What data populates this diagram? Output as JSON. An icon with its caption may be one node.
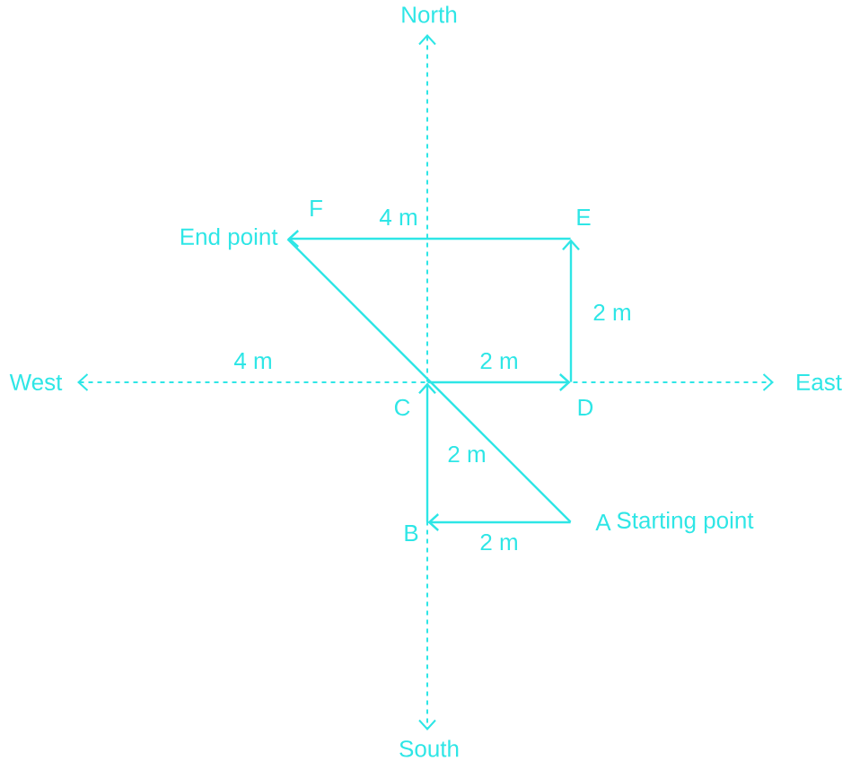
{
  "diagram": {
    "nodes": [
      {
        "text": [
          "A"
        ],
        "beside": [
          "Starting point"
        ]
      },
      {
        "text": [
          "B"
        ]
      },
      {
        "text": [
          "C"
        ]
      },
      {
        "text": [
          "D"
        ]
      },
      {
        "text": [
          "E"
        ]
      },
      {
        "text": [
          "F"
        ],
        "beside": [
          "End point"
        ]
      }
    ],
    "edges": [
      {
        "from": 0,
        "to": 1,
        "arrow": "to",
        "label": "2 m"
      },
      {
        "from": 1,
        "to": 2,
        "arrow": "to",
        "label": "2 m"
      },
      {
        "from": 2,
        "to": 3,
        "arrow": "to",
        "label": "2 m"
      },
      {
        "from": 3,
        "to": 4,
        "arrow": "to",
        "label": "2 m"
      },
      {
        "from": 4,
        "to": 5,
        "arrow": "to",
        "label": "4 m"
      },
      {
        "from": 5,
        "to": 0,
        "arrow": "none"
      }
    ],
    "labels": [
      "North",
      "West",
      "4 m",
      "East",
      "South"
    ]
  }
}
